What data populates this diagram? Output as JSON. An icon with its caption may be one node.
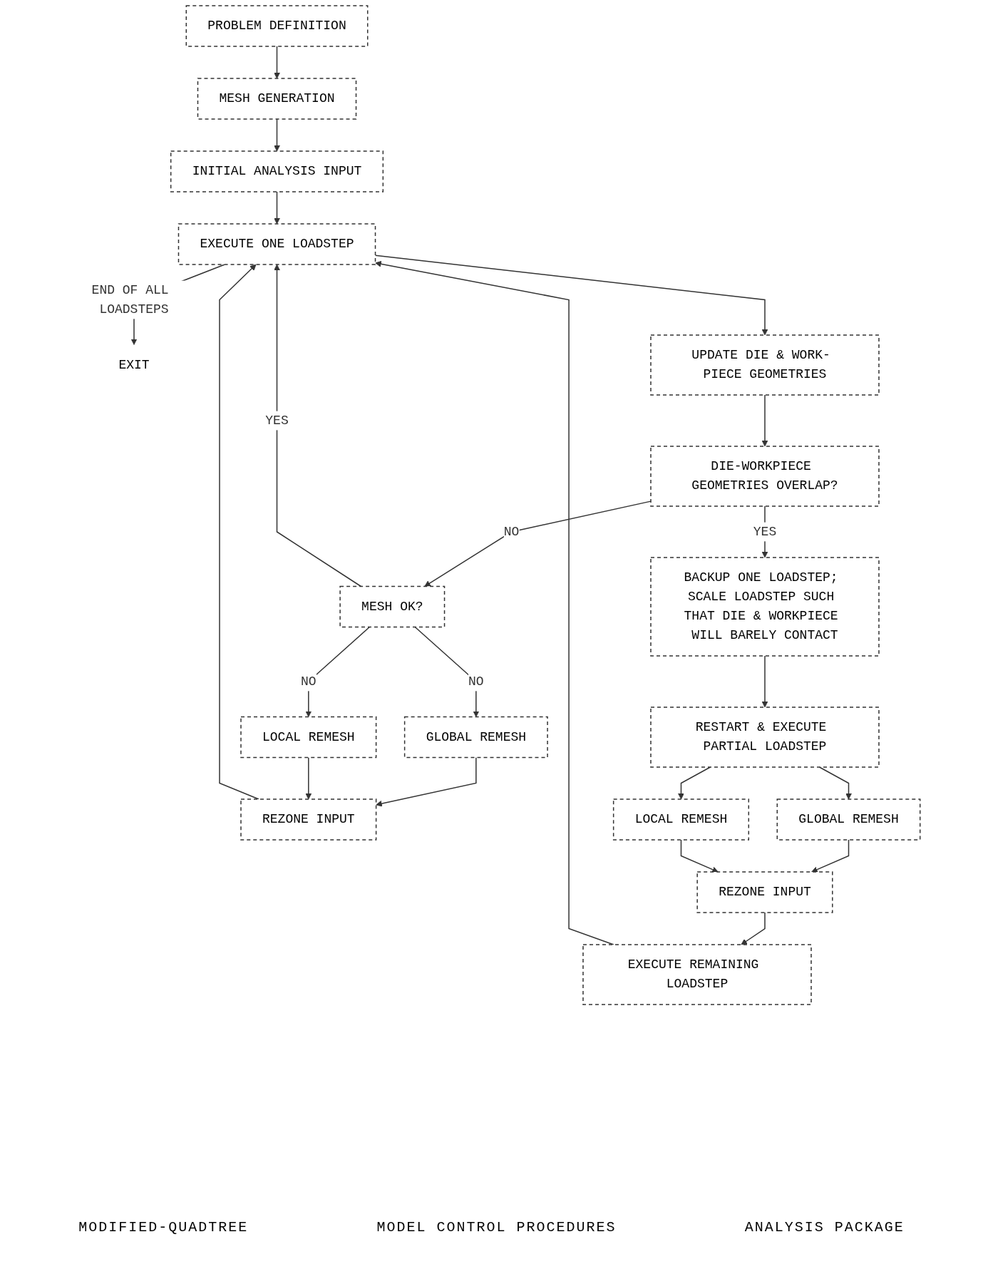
{
  "diagram": {
    "nodes": [
      {
        "text": [
          "PROBLEM DEFINITION"
        ]
      },
      {
        "text": [
          "MESH GENERATION"
        ]
      },
      {
        "text": [
          "INITIAL ANALYSIS INPUT"
        ]
      },
      {
        "text": [
          "EXECUTE ONE LOADSTEP"
        ]
      },
      {
        "text": [
          "EXIT"
        ]
      },
      {
        "text": [
          "UPDATE DIE & WORK- PIECE GEOMETRIES"
        ]
      },
      {
        "text": [
          "DIE-WORKPIECE GEOMETRIES OVERLAP?"
        ]
      },
      {
        "text": [
          "MESH OK?"
        ]
      },
      {
        "text": [
          "GLOBAL REMESH"
        ]
      },
      {
        "text": [
          "LOCAL REMESH"
        ]
      },
      {
        "text": [
          "REZONE INPUT"
        ]
      },
      {
        "text": [
          "BACKUP ONE LOADSTEP; SCALE LOADSTEP SUCH THAT DIE & WORKPIECE WILL BARELY CONTACT"
        ]
      },
      {
        "text": [
          "RESTART & EXECUTE PARTIAL LOADSTEP"
        ]
      },
      {
        "text": [
          "GLOBAL REMESH"
        ]
      },
      {
        "text": [
          "LOCAL REMESH"
        ]
      },
      {
        "text": [
          "REZONE INPUT"
        ]
      },
      {
        "text": [
          "EXECUTE REMAINING LOADSTEP"
        ]
      }
    ],
    "edges": [
      {
        "from": 0,
        "to": 1,
        "arrow": "to"
      },
      {
        "from": 1,
        "to": 2,
        "arrow": "to"
      },
      {
        "from": 2,
        "to": 3,
        "arrow": "to"
      },
      {
        "from": 3,
        "to": 4,
        "arrow": "to",
        "label": "END OF ALL LOADSTEPS"
      },
      {
        "from": 3,
        "to": 5,
        "arrow": "to"
      },
      {
        "from": 5,
        "to": 6,
        "arrow": "to"
      },
      {
        "from": 6,
        "to": 11,
        "arrow": "to",
        "label": "YES"
      },
      {
        "from": 6,
        "to": 7,
        "arrow": "to",
        "label": "NO"
      },
      {
        "from": 7,
        "to": 3,
        "arrow": "to",
        "label": "YES"
      },
      {
        "from": 7,
        "to": 8,
        "arrow": "to",
        "label": "NO"
      },
      {
        "from": 7,
        "to": 9,
        "arrow": "to",
        "label": "NO"
      },
      {
        "from": 8,
        "to": 10,
        "arrow": "to"
      },
      {
        "from": 9,
        "to": 10,
        "arrow": "to"
      },
      {
        "from": 10,
        "to": 3,
        "arrow": "to"
      },
      {
        "from": 11,
        "to": 12,
        "arrow": "to"
      },
      {
        "from": 12,
        "to": 13,
        "arrow": "to"
      },
      {
        "from": 12,
        "to": 14,
        "arrow": "to"
      },
      {
        "from": 13,
        "to": 15,
        "arrow": "to"
      },
      {
        "from": 14,
        "to": 15,
        "arrow": "to"
      },
      {
        "from": 15,
        "to": 16,
        "arrow": "to"
      },
      {
        "from": 16,
        "to": 3,
        "arrow": "to"
      }
    ],
    "labels": [
      "MODIFIED-QUADTREE",
      "MODEL CONTROL PROCEDURES",
      "ANALYSIS PACKAGE"
    ]
  }
}
